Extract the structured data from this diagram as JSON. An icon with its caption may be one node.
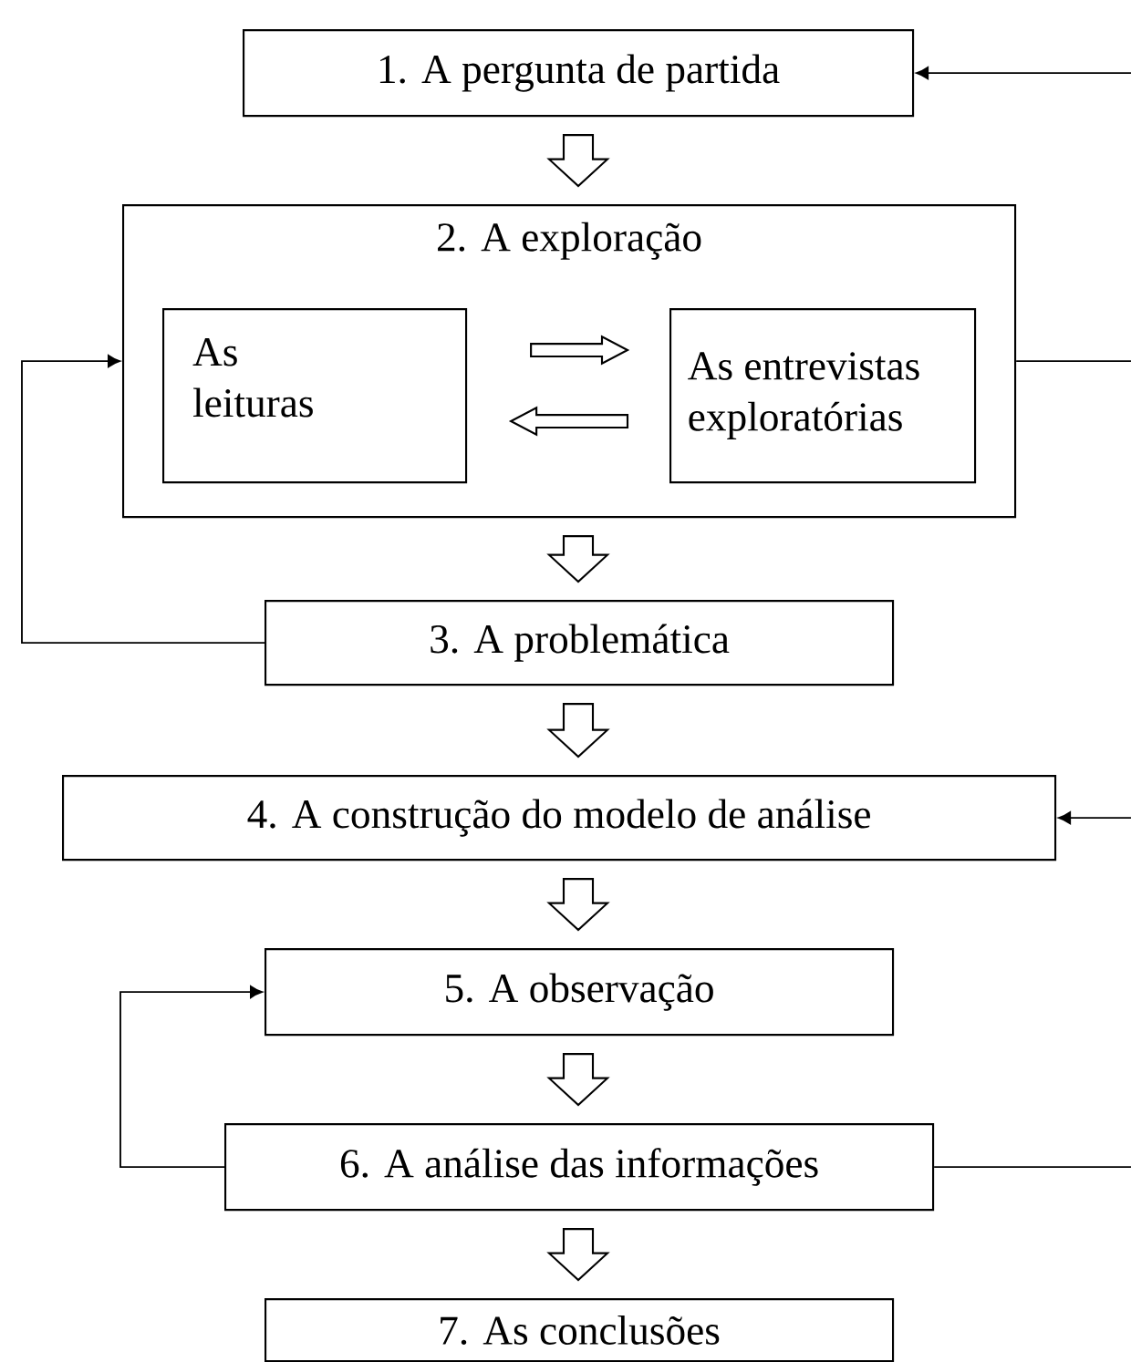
{
  "diagram": {
    "nodes": [
      {
        "text": [
          "1. A pergunta de partida"
        ]
      },
      {
        "text": [
          "2. A exploração"
        ]
      },
      {
        "text": [
          "As leituras"
        ],
        "in": 1
      },
      {
        "text": [
          "As entrevistas exploratórias"
        ],
        "in": 1
      },
      {
        "text": [
          "3. A problemática"
        ]
      },
      {
        "text": [
          "4. A construção do modelo de análise"
        ]
      },
      {
        "text": [
          "5. A observação"
        ]
      },
      {
        "text": [
          "6. A análise das informações"
        ]
      },
      {
        "text": [
          "7. As conclusões"
        ]
      }
    ],
    "edges": [
      {
        "from": 0,
        "to": 1,
        "arrow": "to"
      },
      {
        "from": 2,
        "to": 3,
        "arrow": "to"
      },
      {
        "from": 3,
        "to": 2,
        "arrow": "to"
      },
      {
        "from": 1,
        "to": 4,
        "arrow": "to"
      },
      {
        "from": 4,
        "to": 1,
        "arrow": "to"
      },
      {
        "from": null,
        "to": 0,
        "arrow": "to"
      },
      {
        "from": 1,
        "to": null,
        "arrow": "none"
      },
      {
        "from": 4,
        "to": 5,
        "arrow": "to"
      },
      {
        "from": null,
        "to": 5,
        "arrow": "to"
      },
      {
        "from": 5,
        "to": 6,
        "arrow": "to"
      },
      {
        "from": 6,
        "to": 7,
        "arrow": "to"
      },
      {
        "from": 7,
        "to": 6,
        "arrow": "to"
      },
      {
        "from": 7,
        "to": null,
        "arrow": "none"
      },
      {
        "from": 7,
        "to": 8,
        "arrow": "to"
      }
    ]
  }
}
